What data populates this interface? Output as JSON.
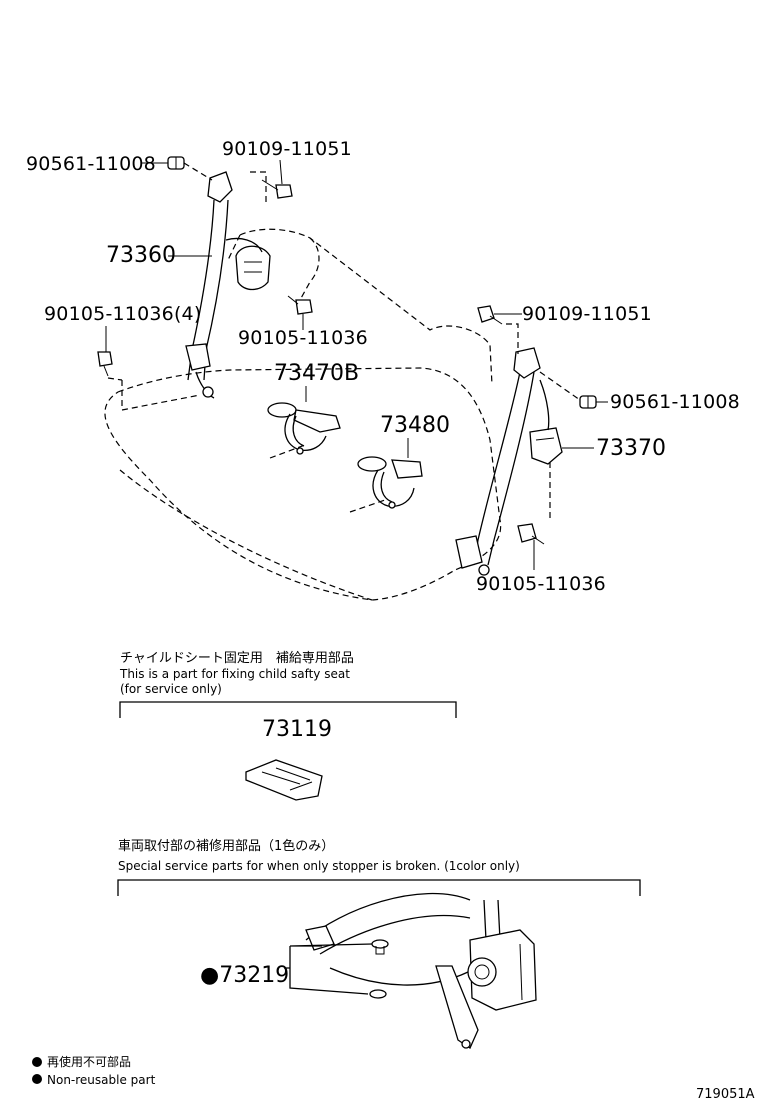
{
  "diagram": {
    "part_numbers": {
      "p90561_left": "90561-11008",
      "p90109_top": "90109-11051",
      "p73360": "73360",
      "p90105_4": "90105-11036(4)",
      "p90105_mid": "90105-11036",
      "p73470b": "73470B",
      "p73480": "73480",
      "p90109_right": "90109-11051",
      "p90561_right": "90561-11008",
      "p73370": "73370",
      "p90105_bottom": "90105-11036",
      "p73119": "73119",
      "p73219": "●73219"
    },
    "sections": {
      "child_seat_ja": "チャイルドシート固定用　補給専用部品",
      "child_seat_en1": "This is a part for fixing child safty seat",
      "child_seat_en2": "(for service only)",
      "stopper_ja": "車両取付部の補修用部品（1色のみ）",
      "stopper_en": "Special service parts for when only stopper is broken. (1color only)"
    },
    "legend": {
      "ja": "再使用不可部品",
      "en": "Non-reusable part"
    },
    "figure_id": "719051A"
  }
}
